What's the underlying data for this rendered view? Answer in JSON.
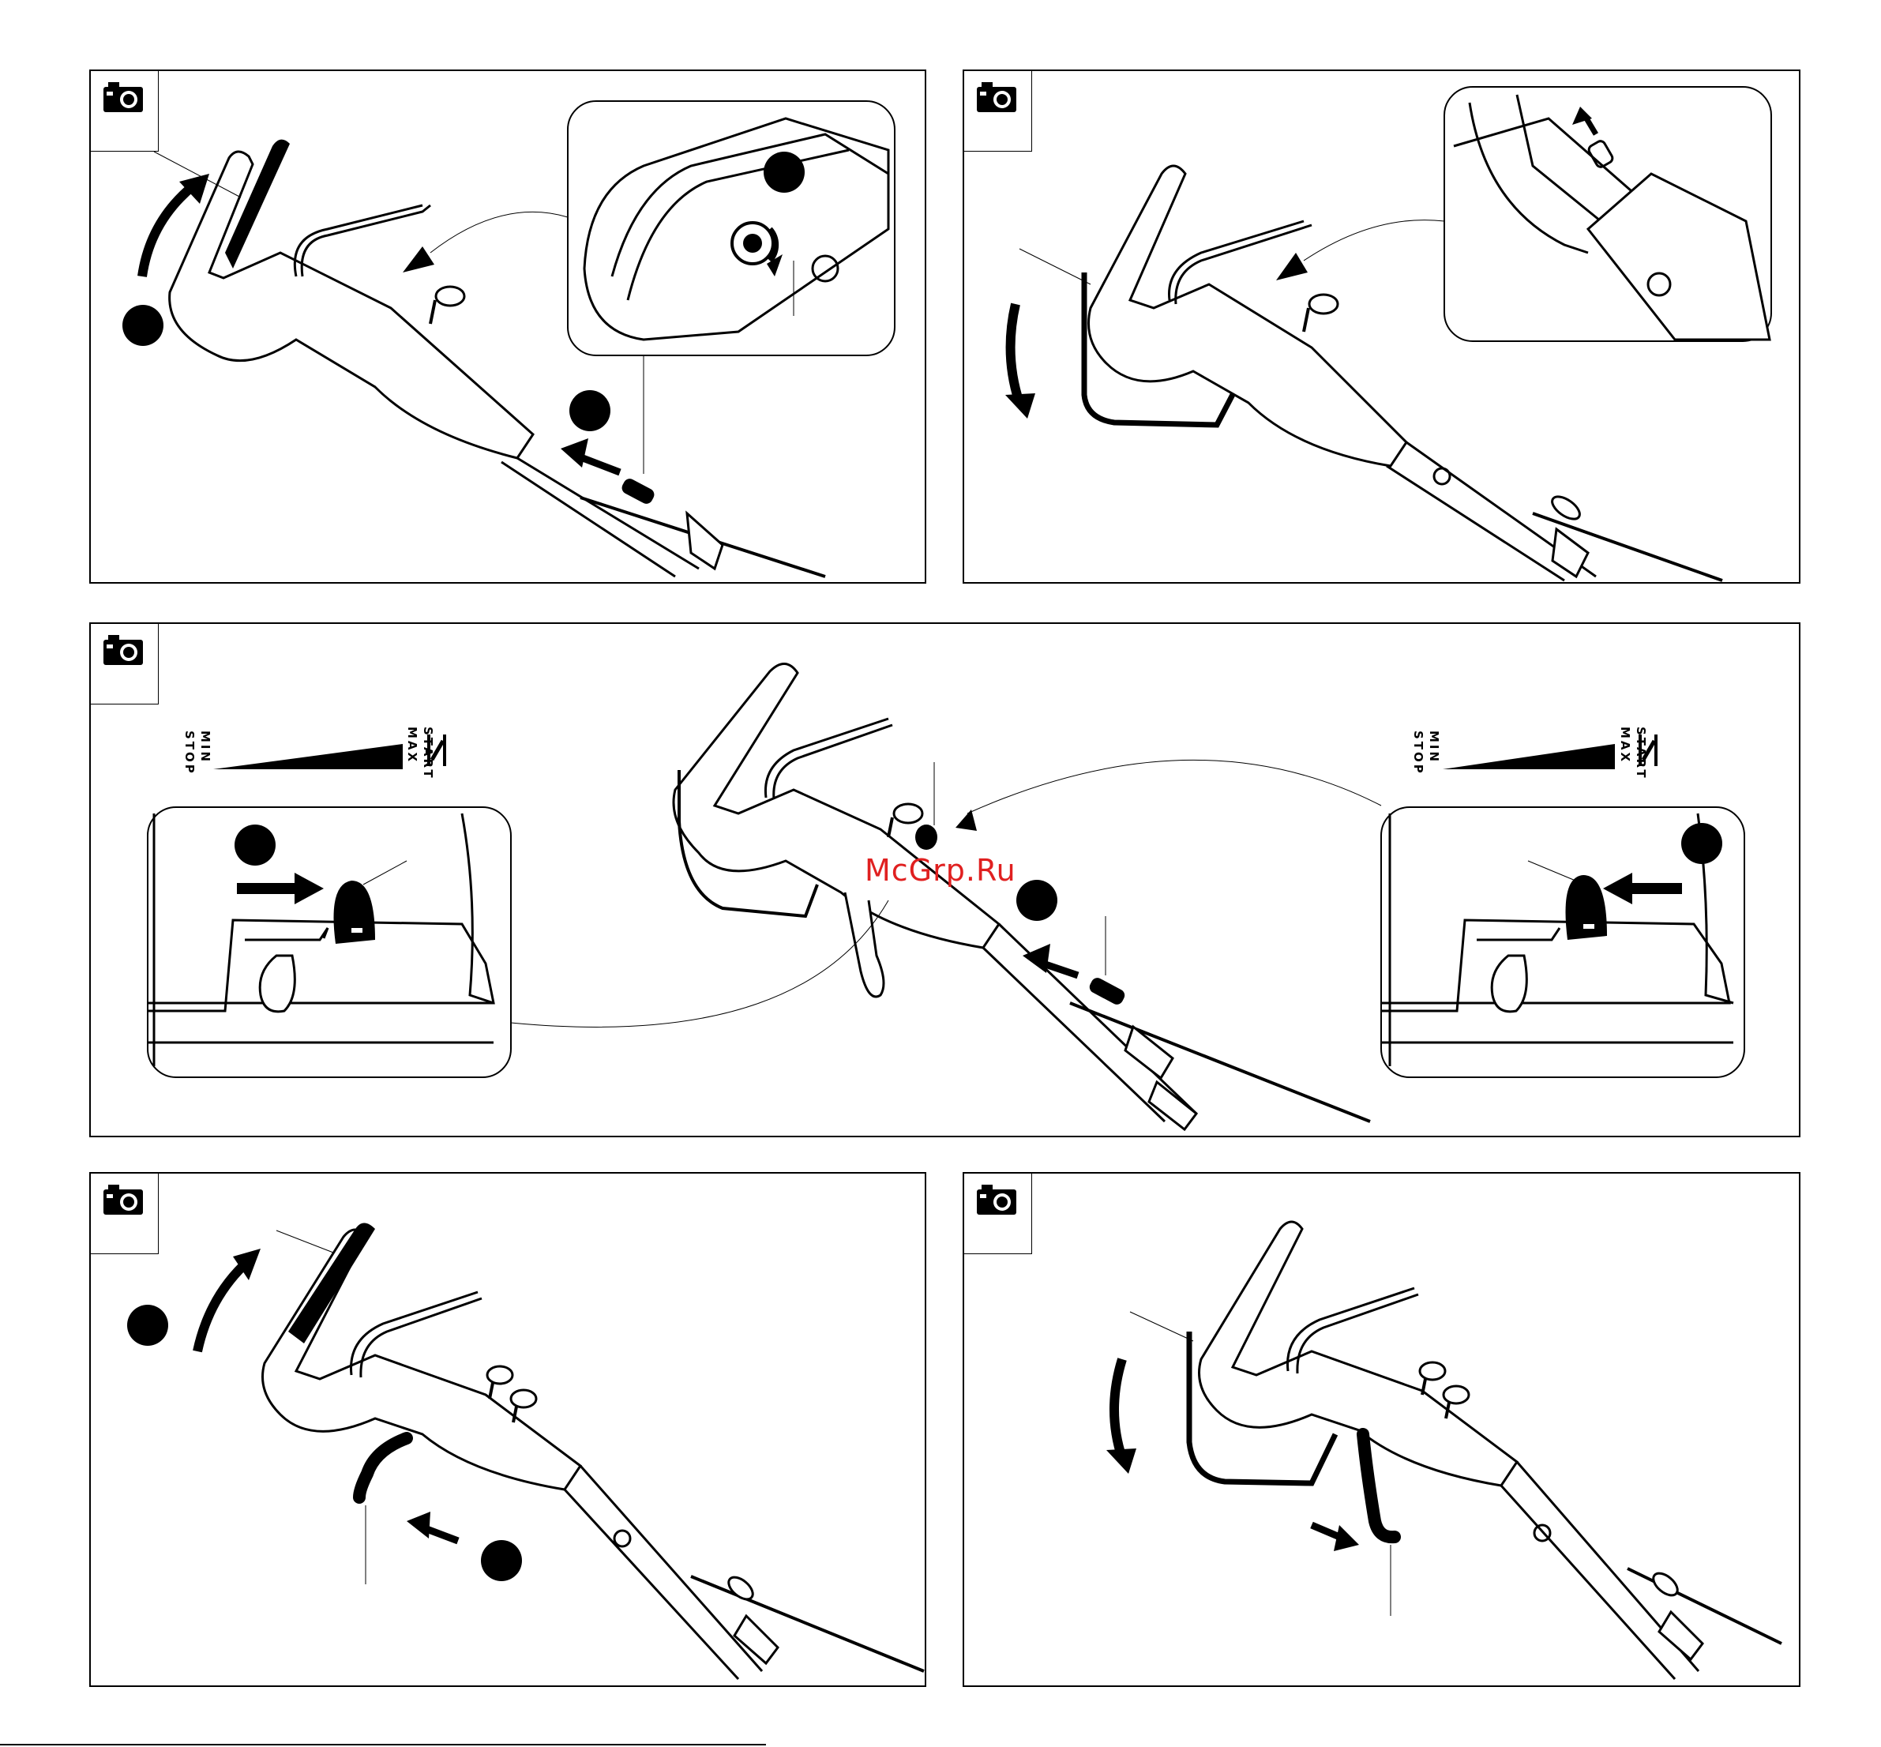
{
  "panels": [
    {
      "id": "p1",
      "callouts": 2
    },
    {
      "id": "p2",
      "callouts": 0
    },
    {
      "id": "p3",
      "callouts": 3
    },
    {
      "id": "p4",
      "callouts": 2
    },
    {
      "id": "p5",
      "callouts": 0
    }
  ],
  "throttle_scale": {
    "min": "MIN",
    "stop": "STOP",
    "max": "MAX",
    "start": "START"
  },
  "watermark": "McGrp.Ru",
  "icons": [
    "camera-icon",
    "choke-icon"
  ],
  "colors": {
    "ink": "#000000",
    "paper": "#ffffff",
    "watermark": "#e02020"
  }
}
